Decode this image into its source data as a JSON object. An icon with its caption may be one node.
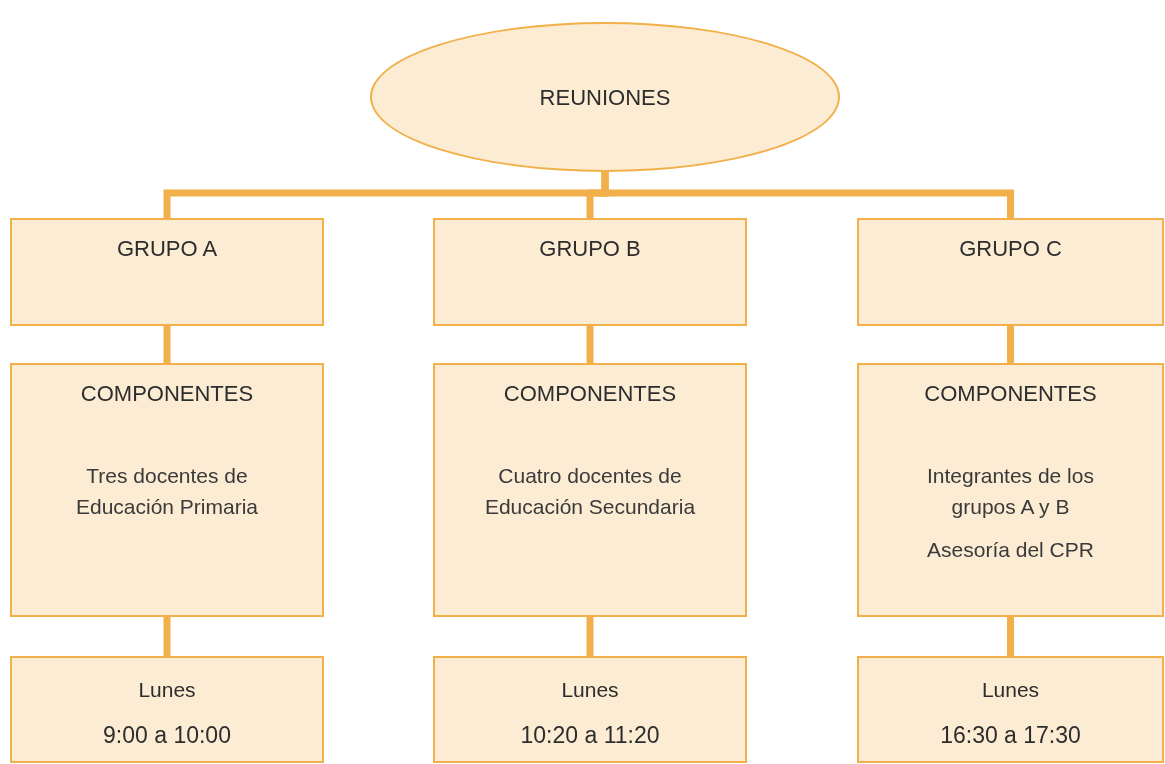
{
  "diagram": {
    "nodes": [
      {
        "text": [
          "REUNIONES"
        ]
      },
      {
        "text": [
          "GRUPO A"
        ]
      },
      {
        "text": [
          "GRUPO B"
        ]
      },
      {
        "text": [
          "GRUPO C"
        ]
      },
      {
        "text": [
          "COMPONENTES",
          "Tres docentes de Educación Primaria"
        ]
      },
      {
        "text": [
          "COMPONENTES",
          "Cuatro docentes de Educación Secundaria"
        ]
      },
      {
        "text": [
          "COMPONENTES",
          "Integrantes de los grupos A y B",
          "Asesoría del CPR"
        ]
      },
      {
        "text": [
          "Lunes",
          "9:00 a 10:00"
        ]
      },
      {
        "text": [
          "Lunes",
          "10:20 a 11:20"
        ]
      },
      {
        "text": [
          "Lunes",
          "16:30 a 17:30"
        ]
      }
    ],
    "edges": [
      {
        "from": 0,
        "to": 1,
        "arrow": "none"
      },
      {
        "from": 0,
        "to": 2,
        "arrow": "none"
      },
      {
        "from": 0,
        "to": 3,
        "arrow": "none"
      },
      {
        "from": 1,
        "to": 4,
        "arrow": "none"
      },
      {
        "from": 2,
        "to": 5,
        "arrow": "none"
      },
      {
        "from": 3,
        "to": 6,
        "arrow": "none"
      },
      {
        "from": 4,
        "to": 7,
        "arrow": "none"
      },
      {
        "from": 5,
        "to": 8,
        "arrow": "none"
      },
      {
        "from": 6,
        "to": 9,
        "arrow": "none"
      }
    ]
  }
}
